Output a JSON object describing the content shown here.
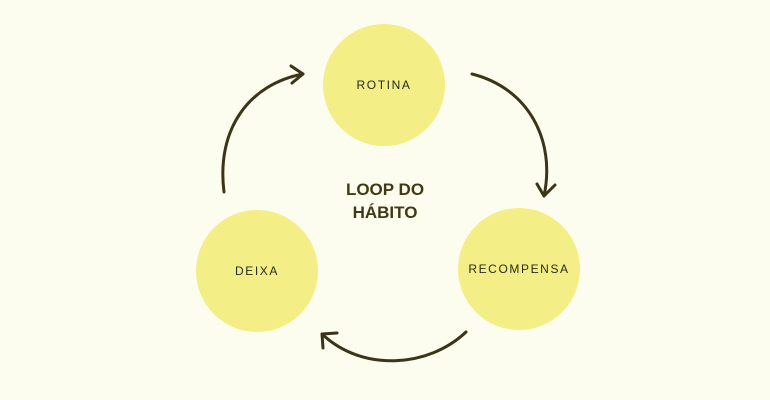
{
  "diagram": {
    "title_lines": [
      "LOOP DO",
      "HÁBITO"
    ],
    "nodes": {
      "rotina": "ROTINA",
      "recompensa": "RECOMPENSA",
      "deixa": "DEIXA"
    }
  },
  "colors": {
    "background": "#fdfdef",
    "node_fill": "#f4ee86",
    "arrow": "#3a3418",
    "title": "#3e3a14",
    "label": "#2a2a1e"
  }
}
